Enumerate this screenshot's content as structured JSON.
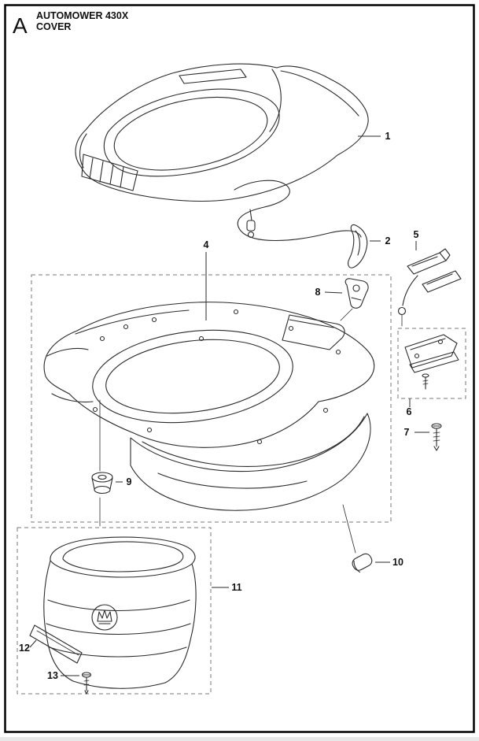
{
  "page": {
    "section_letter": "A",
    "title": "AUTOMOWER 430X",
    "subtitle": "COVER"
  },
  "colors": {
    "line": "#2a2a2a",
    "label": "#111111",
    "dashed_box": "#7a7a7a",
    "border": "#000000",
    "background": "#ffffff"
  },
  "callouts": [
    "1",
    "2",
    "4",
    "5",
    "6",
    "7",
    "8",
    "9",
    "10",
    "11",
    "12",
    "13"
  ]
}
